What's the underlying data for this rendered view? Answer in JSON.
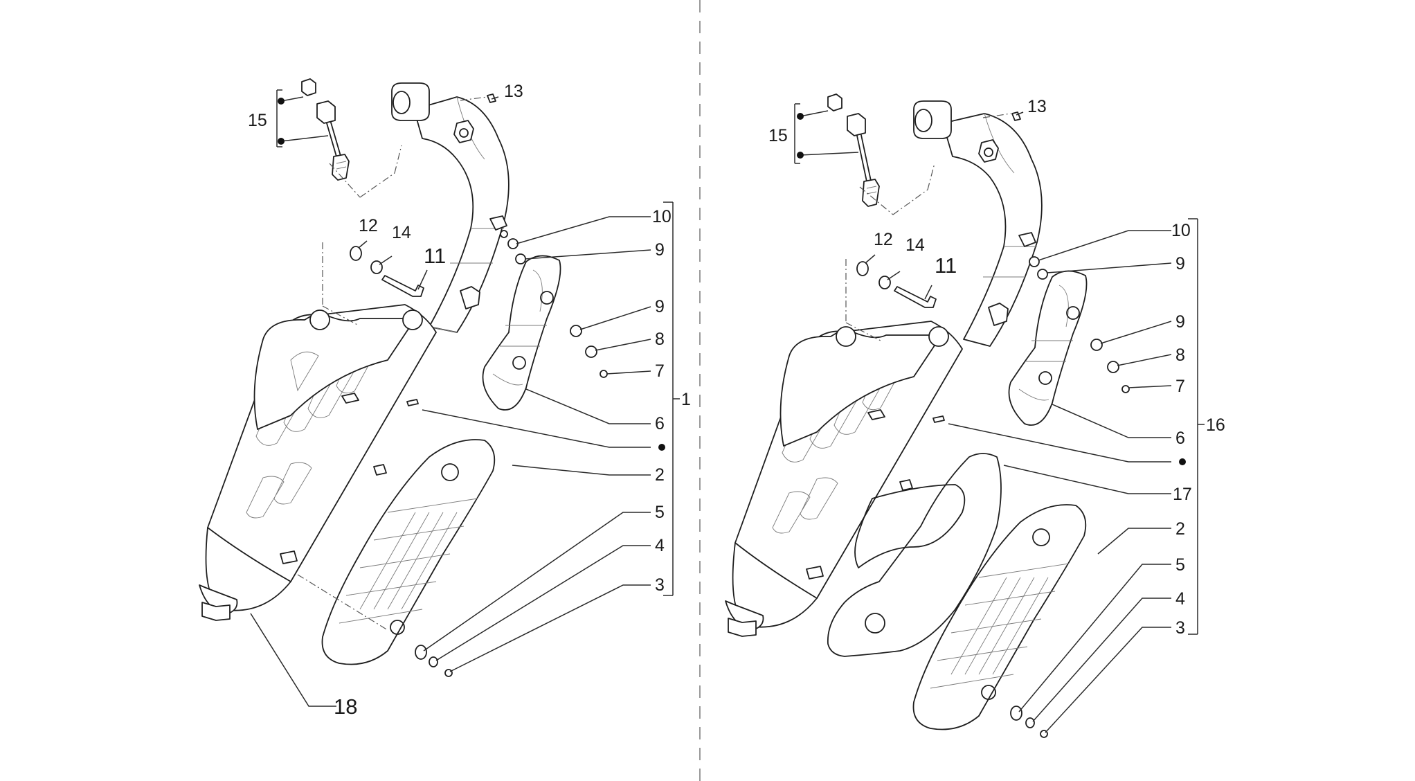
{
  "left": {
    "callouts": {
      "c15": "15",
      "c13": "13",
      "c12": "12",
      "c14": "14",
      "c11": "11",
      "c10": "10",
      "c9a": "9",
      "c9b": "9",
      "c8": "8",
      "c7": "7",
      "c6": "6",
      "c1": "1",
      "c2": "2",
      "c5": "5",
      "c4": "4",
      "c3": "3",
      "c18": "18"
    }
  },
  "right": {
    "callouts": {
      "c15": "15",
      "c13": "13",
      "c12": "12",
      "c14": "14",
      "c11": "11",
      "c10": "10",
      "c9a": "9",
      "c9b": "9",
      "c8": "8",
      "c7": "7",
      "c6": "6",
      "c16": "16",
      "c17": "17",
      "c2": "2",
      "c5": "5",
      "c4": "4",
      "c3": "3"
    }
  }
}
